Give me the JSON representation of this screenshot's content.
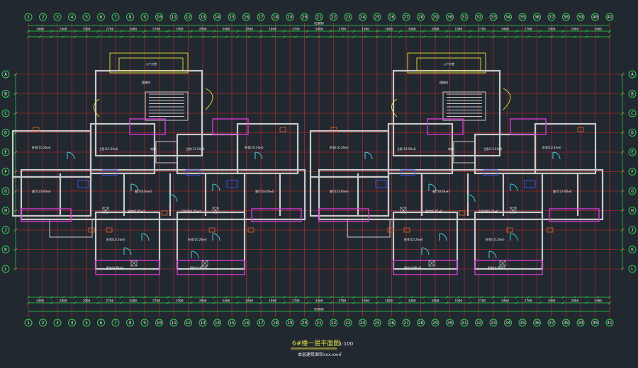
{
  "drawing": {
    "title": "6#楼一层平面图",
    "scale": "1:100",
    "subtitle": "本层建筑面积xxx.xx㎡"
  },
  "axes": {
    "top": [
      "1",
      "2",
      "3",
      "4",
      "5",
      "6",
      "7",
      "8",
      "9",
      "10",
      "11",
      "12",
      "13",
      "14",
      "15",
      "16",
      "17",
      "18",
      "19",
      "20",
      "21",
      "22",
      "23",
      "24",
      "25",
      "26",
      "27",
      "28",
      "29",
      "30",
      "31",
      "32",
      "33",
      "34",
      "35",
      "36",
      "37",
      "38",
      "39",
      "40",
      "41"
    ],
    "left": [
      "A",
      "B",
      "C",
      "D",
      "E",
      "F",
      "G",
      "H",
      "J",
      "K",
      "L"
    ],
    "right": [
      "A",
      "B",
      "C",
      "D",
      "E",
      "F",
      "G",
      "H",
      "J",
      "K",
      "L"
    ]
  },
  "dimensions": {
    "top_row1": [
      "3400",
      "2800",
      "1900",
      "2700",
      "3400",
      "2700",
      "1900",
      "2800",
      "3400",
      "2800",
      "1900",
      "2700",
      "3400",
      "2700",
      "1900",
      "2800",
      "3400",
      "2800",
      "1900",
      "2700",
      "3400",
      "2700",
      "1900",
      "2800",
      "3400"
    ],
    "top_total": "82000",
    "bottom_row1": [
      "3400",
      "2800",
      "1900",
      "2700",
      "3400",
      "2700",
      "1900",
      "2800",
      "3400",
      "2800",
      "1900",
      "2700",
      "3400",
      "2700",
      "1900",
      "2800",
      "3400",
      "2800",
      "1900",
      "2700",
      "3400",
      "2700",
      "1900",
      "2800",
      "3400"
    ],
    "bottom_total": "82000"
  },
  "rooms": {
    "living": "客厅(23.00㎡)",
    "bedroom_main": "主卧(13.50㎡)",
    "bedroom": "卧室(10.26㎡)",
    "kitchen": "厨房(6.85㎡)",
    "bath": "卫生间(4.20㎡)",
    "dining": "餐厅(8.64㎡)",
    "balcony": "阳台(4.80㎡)",
    "stair": "楼梯间",
    "elevator": "电梯",
    "lobby": "入户大堂"
  },
  "colors": {
    "background": "#212830",
    "wall": "#c9c9c9",
    "axis": "#d12a2a",
    "dimension": "#2fd14a",
    "annotation": "#e8e23a",
    "window": "#d43ad4",
    "door": "#35d6e0"
  }
}
